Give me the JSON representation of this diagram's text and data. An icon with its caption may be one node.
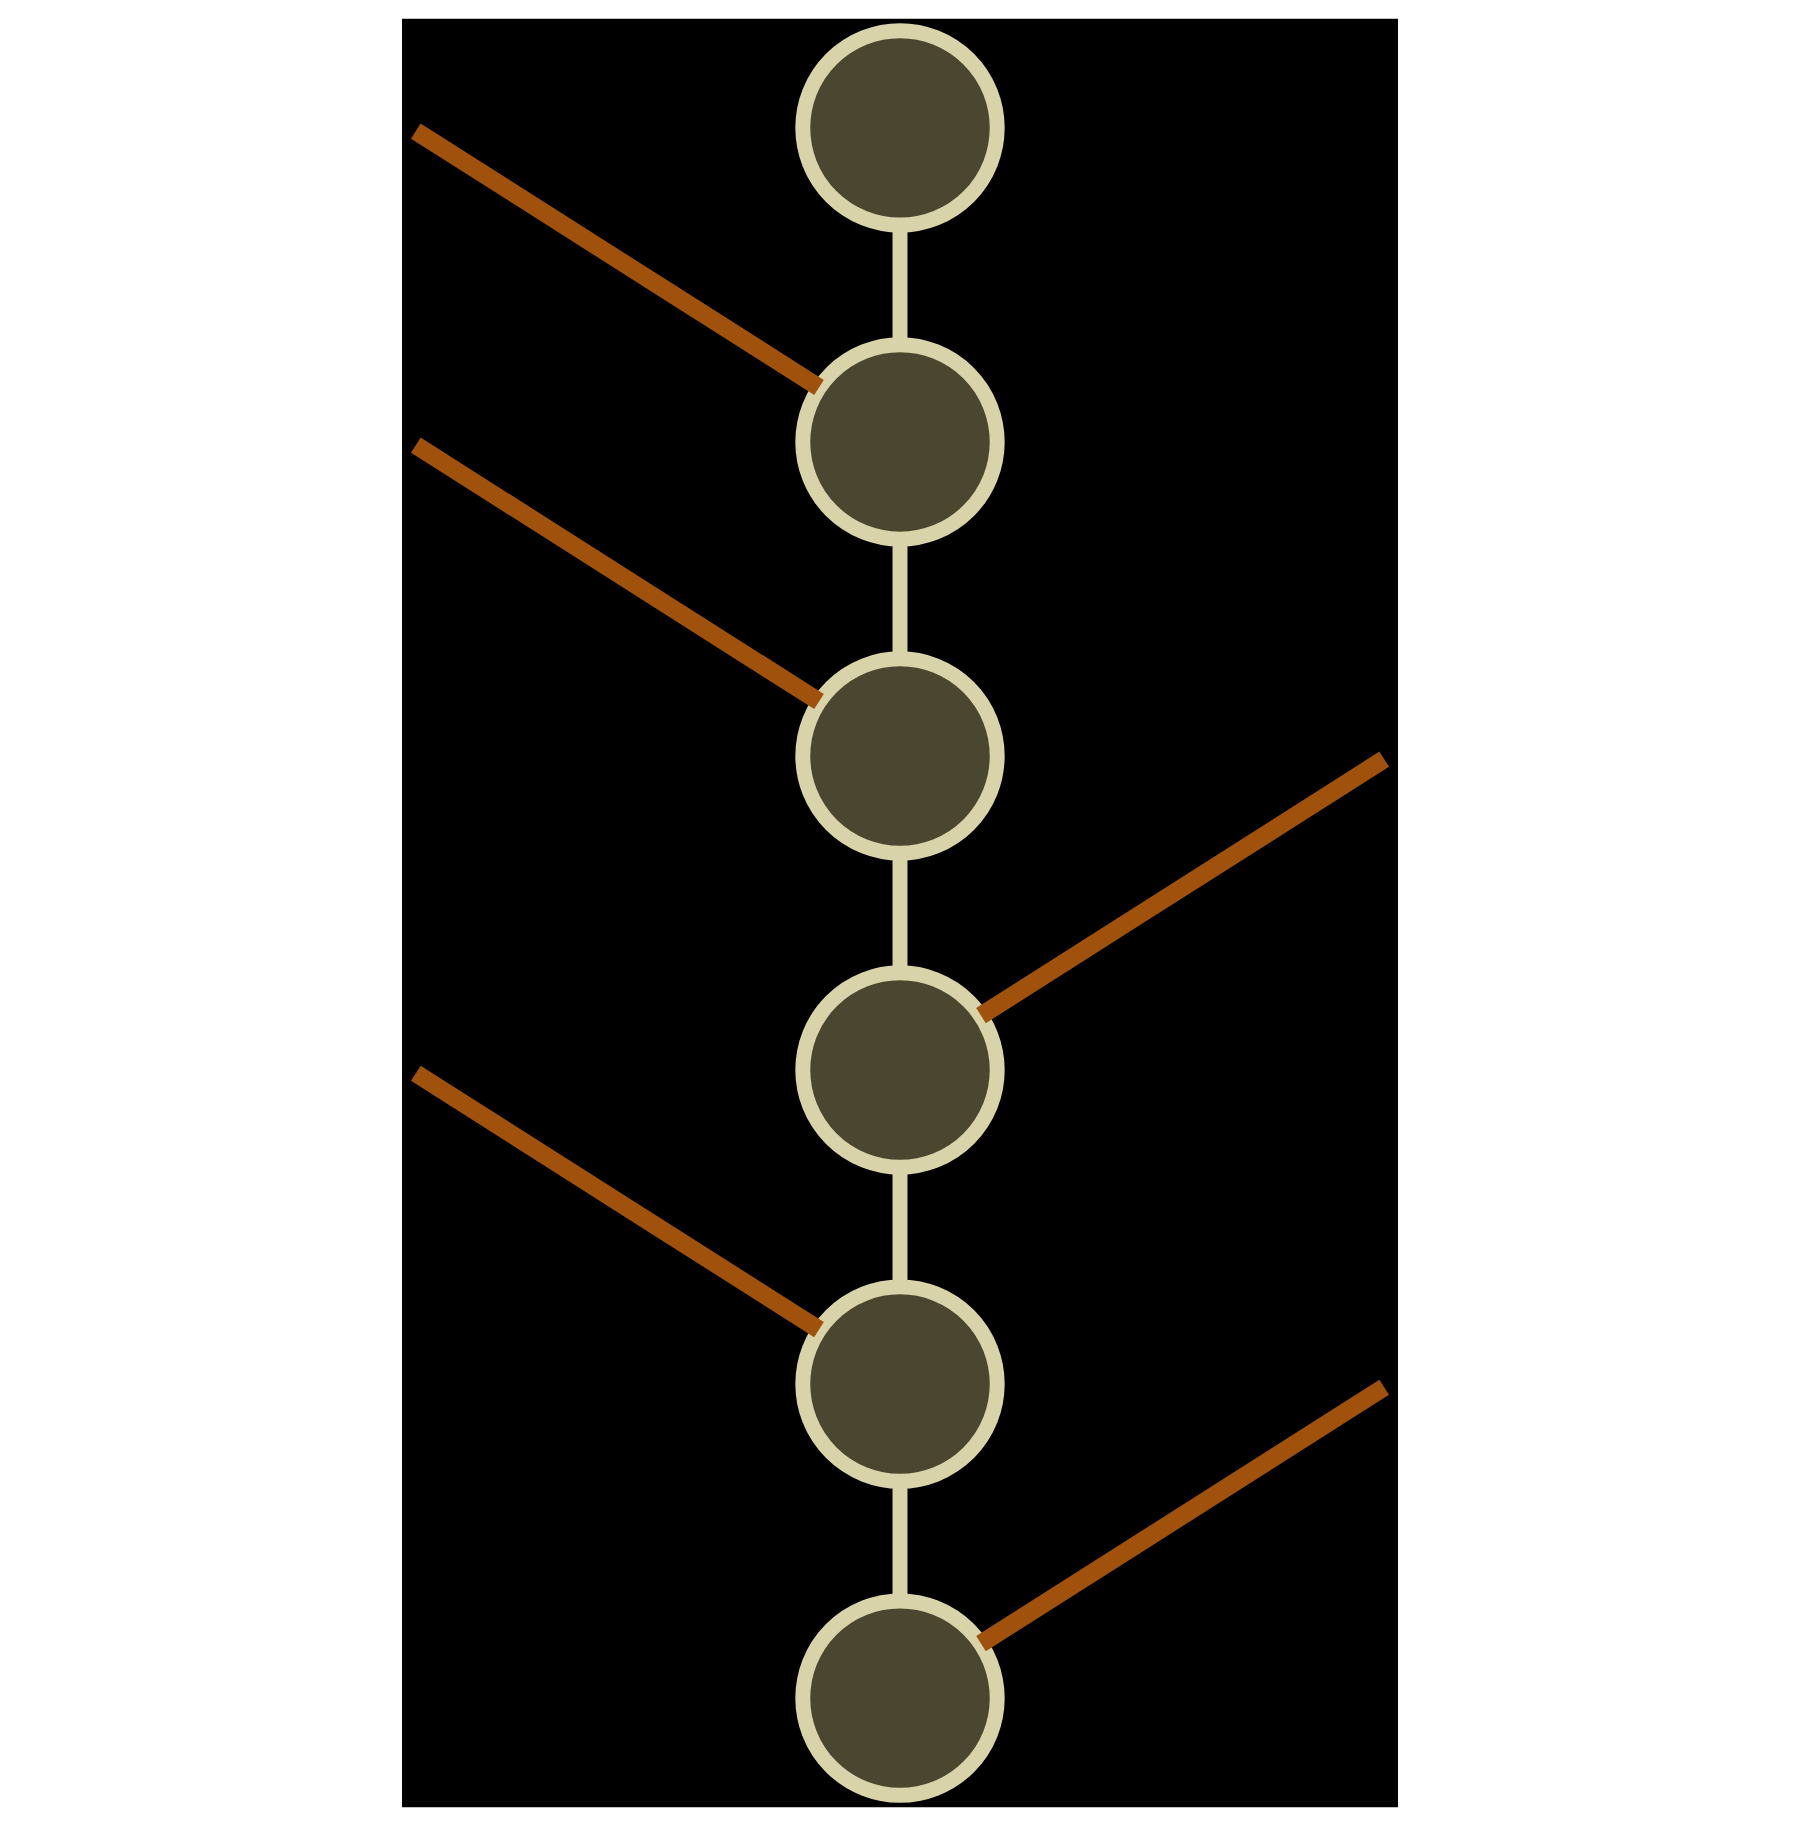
{
  "diagram": {
    "nodes": [
      {
        "text": [],
        "shape": "circle"
      },
      {
        "text": [],
        "shape": "circle"
      },
      {
        "text": [],
        "shape": "circle"
      },
      {
        "text": [],
        "shape": "circle"
      },
      {
        "text": [],
        "shape": "circle"
      },
      {
        "text": [],
        "shape": "circle"
      }
    ],
    "edges": [
      {
        "from": 0,
        "to": 1,
        "arrow": "none"
      },
      {
        "from": 1,
        "to": 2,
        "arrow": "none"
      },
      {
        "from": 2,
        "to": 3,
        "arrow": "none"
      },
      {
        "from": 3,
        "to": 4,
        "arrow": "none"
      },
      {
        "from": 4,
        "to": 5,
        "arrow": "none"
      },
      {
        "from": 1,
        "to": null,
        "arrow": "none",
        "color": "#a0520c"
      },
      {
        "from": 2,
        "to": null,
        "arrow": "none",
        "color": "#a0520c"
      },
      {
        "from": 3,
        "to": null,
        "arrow": "none",
        "color": "#a0520c"
      },
      {
        "from": 4,
        "to": null,
        "arrow": "none",
        "color": "#a0520c"
      },
      {
        "from": 5,
        "to": null,
        "arrow": "none",
        "color": "#a0520c"
      }
    ]
  }
}
